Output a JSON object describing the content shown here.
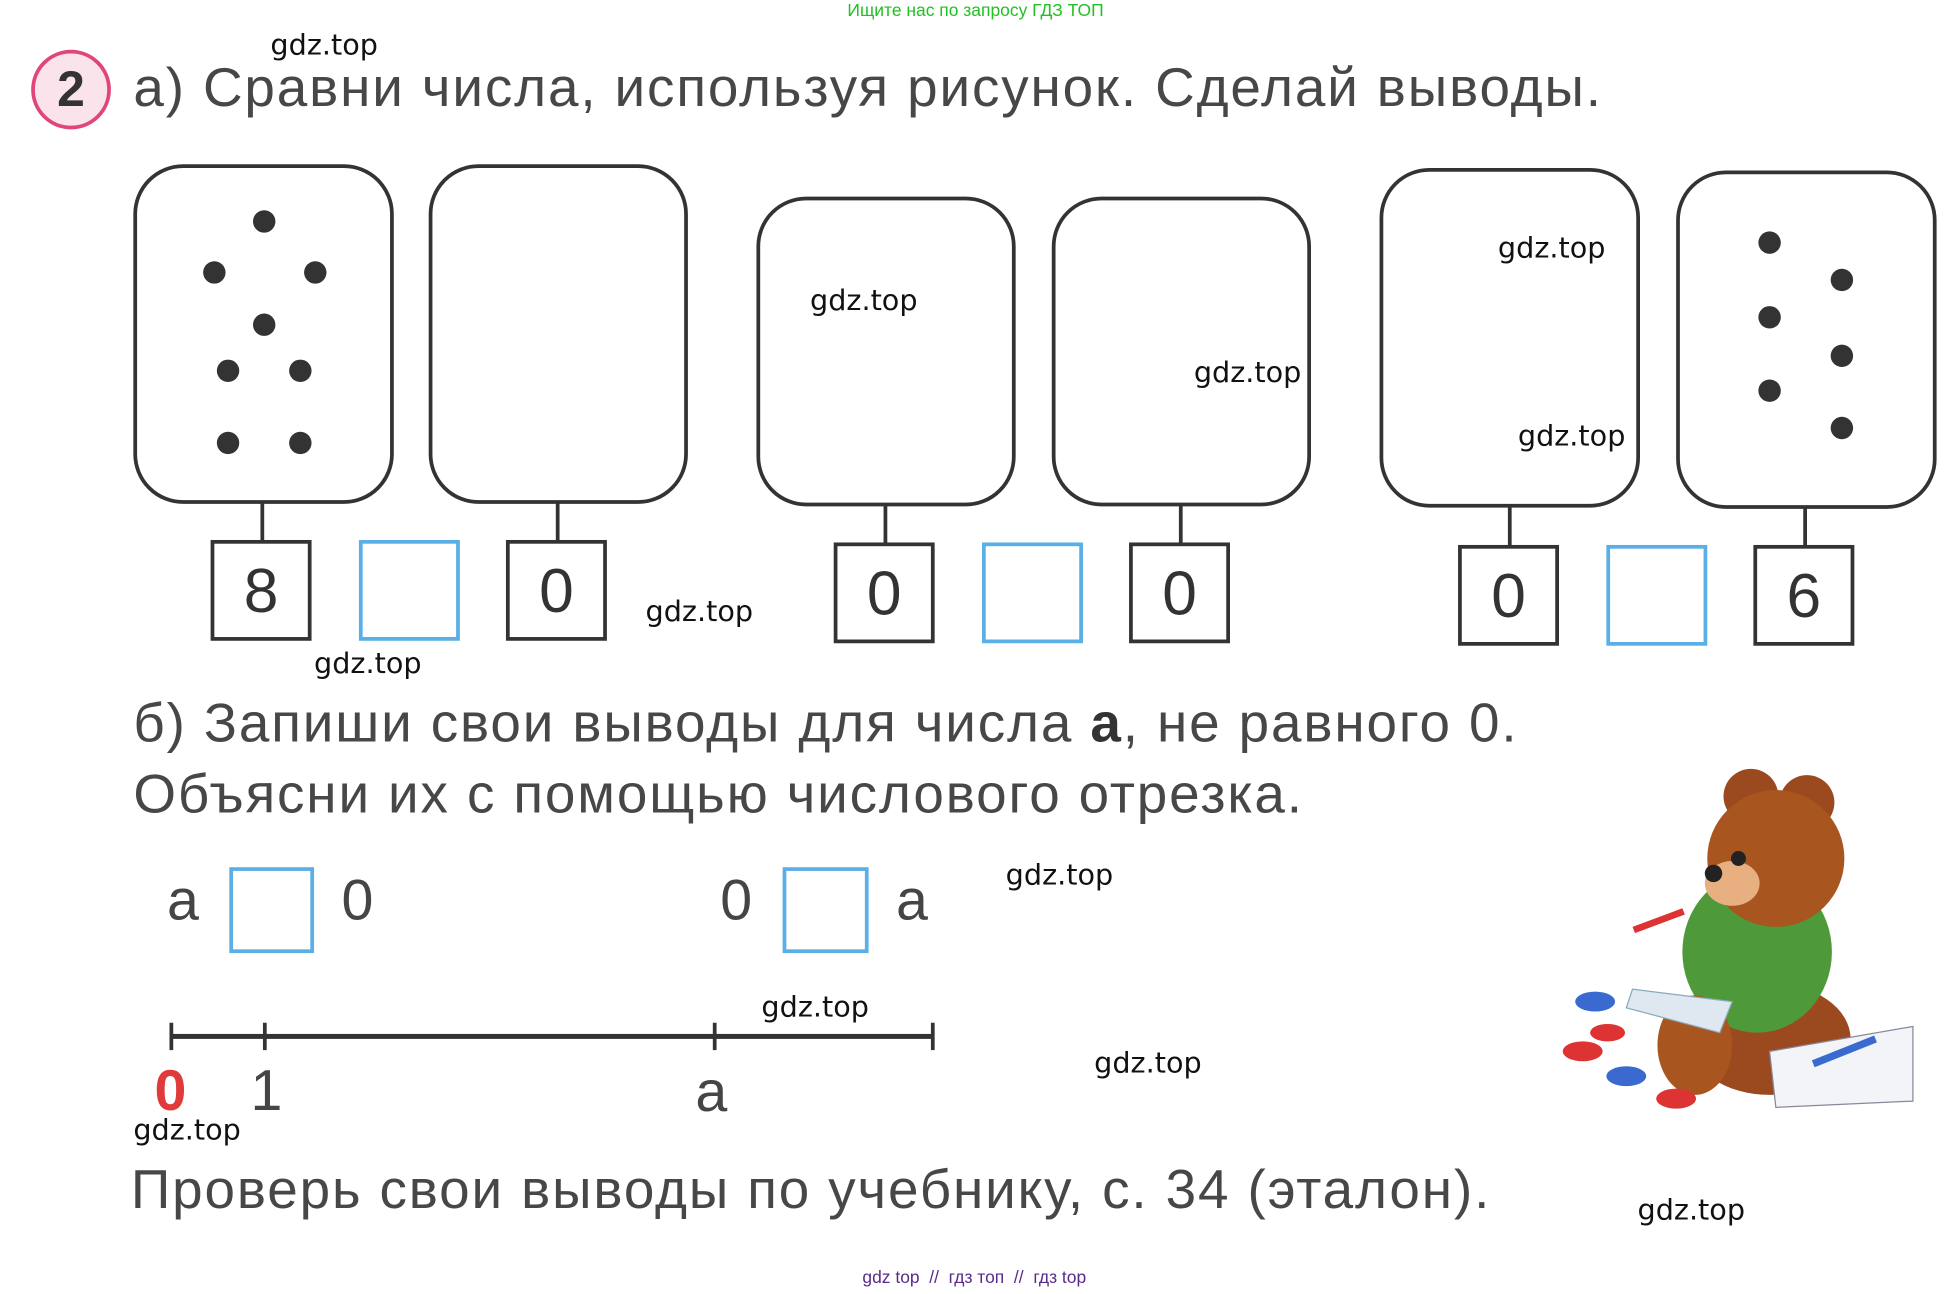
{
  "header_banner": "Ищите нас по запросу ГДЗ ТОП",
  "task_number": "2",
  "part_a": "а) Сравни числа, используя рисунок. Сделай выводы.",
  "groups": [
    {
      "left": "8",
      "right": "0",
      "left_dots": 8,
      "right_dots": 0
    },
    {
      "left": "0",
      "right": "0",
      "left_dots": 0,
      "right_dots": 0
    },
    {
      "left": "0",
      "right": "6",
      "left_dots": 0,
      "right_dots": 6
    }
  ],
  "part_b": {
    "line1_pre": "б) Запиши свои выводы для числа ",
    "line1_bold": "а",
    "line1_post": ", не равного 0.",
    "line2": "Объясни их с помощью числового отрезка."
  },
  "compare": [
    {
      "left": "а",
      "right": "0"
    },
    {
      "left": "0",
      "right": "а"
    }
  ],
  "number_line": {
    "zero": "0",
    "one": "1",
    "a": "а"
  },
  "check": "Проверь свои выводы по учебнику, с. 34 (эталон).",
  "watermark": "gdz.top",
  "footer": "gdz top  //  гдз топ  //  гдз top",
  "colors": {
    "accent_pink": "#e0457b",
    "answer_box": "#5ab0e6",
    "zero_red": "#e03a3a",
    "banner_green": "#22c022"
  }
}
